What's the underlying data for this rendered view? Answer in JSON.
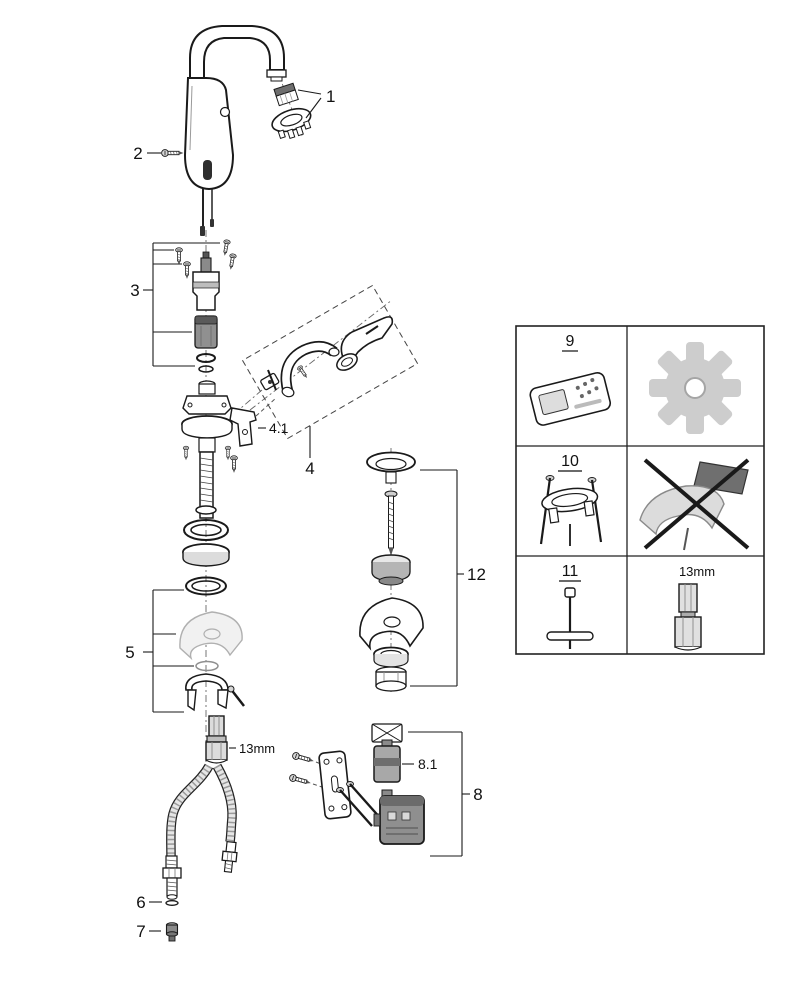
{
  "diagram": {
    "callouts": {
      "part1": "1",
      "part2": "2",
      "part3": "3",
      "part4": "4",
      "part4_1": "4.1",
      "part5": "5",
      "part6": "6",
      "part7": "7",
      "part8": "8",
      "part8_1": "8.1",
      "part12": "12",
      "socket_size_label": "13mm"
    },
    "legend": {
      "cell_9_label": "9",
      "cell_10_label": "10",
      "cell_11_label": "11",
      "cell_13mm_label": "13mm"
    },
    "colors": {
      "line": "#1a1a1a",
      "light_gray": "#c9c9c9",
      "mid_gray": "#8f8f8f",
      "background": "#ffffff"
    }
  }
}
